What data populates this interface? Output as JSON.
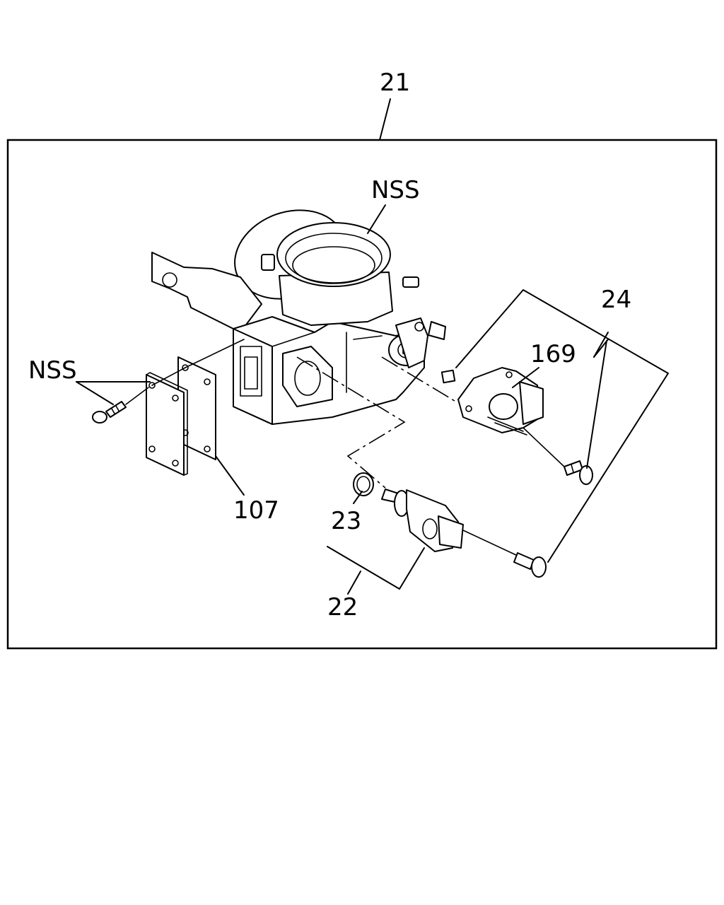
{
  "labels": {
    "assembly": "21",
    "body_top": "NSS",
    "screws_left": "NSS",
    "sensor_kit": "24",
    "sensor": "169",
    "gasket": "107",
    "o_ring": "23",
    "valve": "22"
  },
  "colors": {
    "line": "#000000",
    "background": "#ffffff"
  }
}
